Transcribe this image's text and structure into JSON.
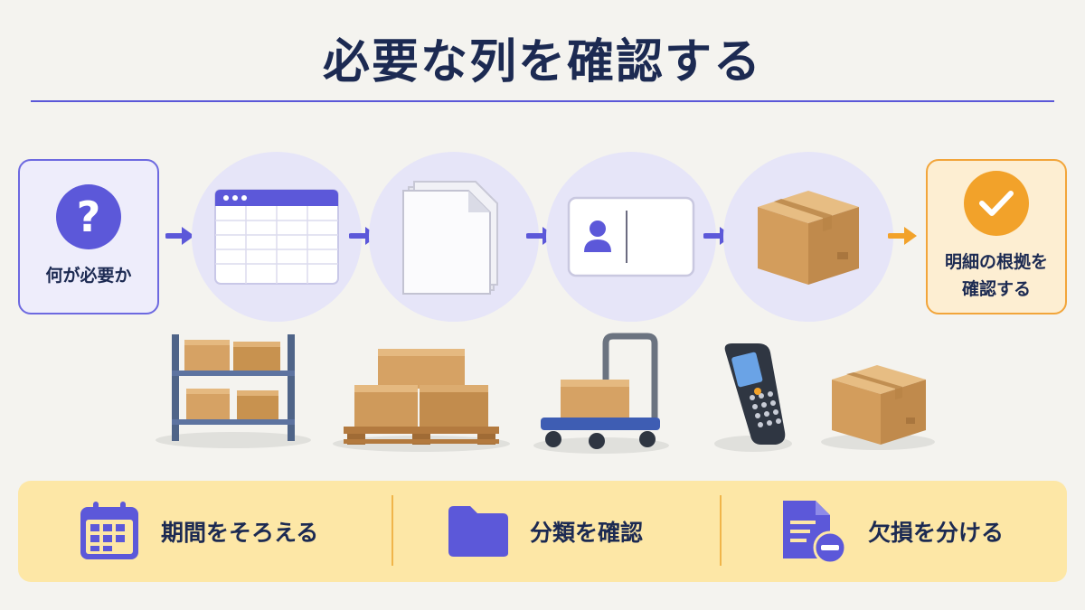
{
  "title": "必要な列を確認する",
  "flow": {
    "start_label": "何が必要か",
    "start_icon": "question-icon",
    "steps": [
      "spreadsheet-icon",
      "document-stack-icon",
      "id-card-icon",
      "cardboard-box-icon"
    ],
    "end_label_line1": "明細の根拠を",
    "end_label_line2": "確認する",
    "end_icon": "check-icon"
  },
  "objects": [
    "warehouse-shelf",
    "pallet-boxes",
    "hand-truck",
    "barcode-scanner",
    "single-box"
  ],
  "strip": {
    "items": [
      {
        "label": "期間をそろえる",
        "icon": "calendar-icon"
      },
      {
        "label": "分類を確認",
        "icon": "folder-icon"
      },
      {
        "label": "欠損を分ける",
        "icon": "document-minus-icon"
      }
    ]
  },
  "colors": {
    "accent": "#5c58d9",
    "orange": "#f2a22a",
    "strip_bg": "#fde7a6",
    "title": "#1c2a52",
    "box": "#d9a86a"
  }
}
